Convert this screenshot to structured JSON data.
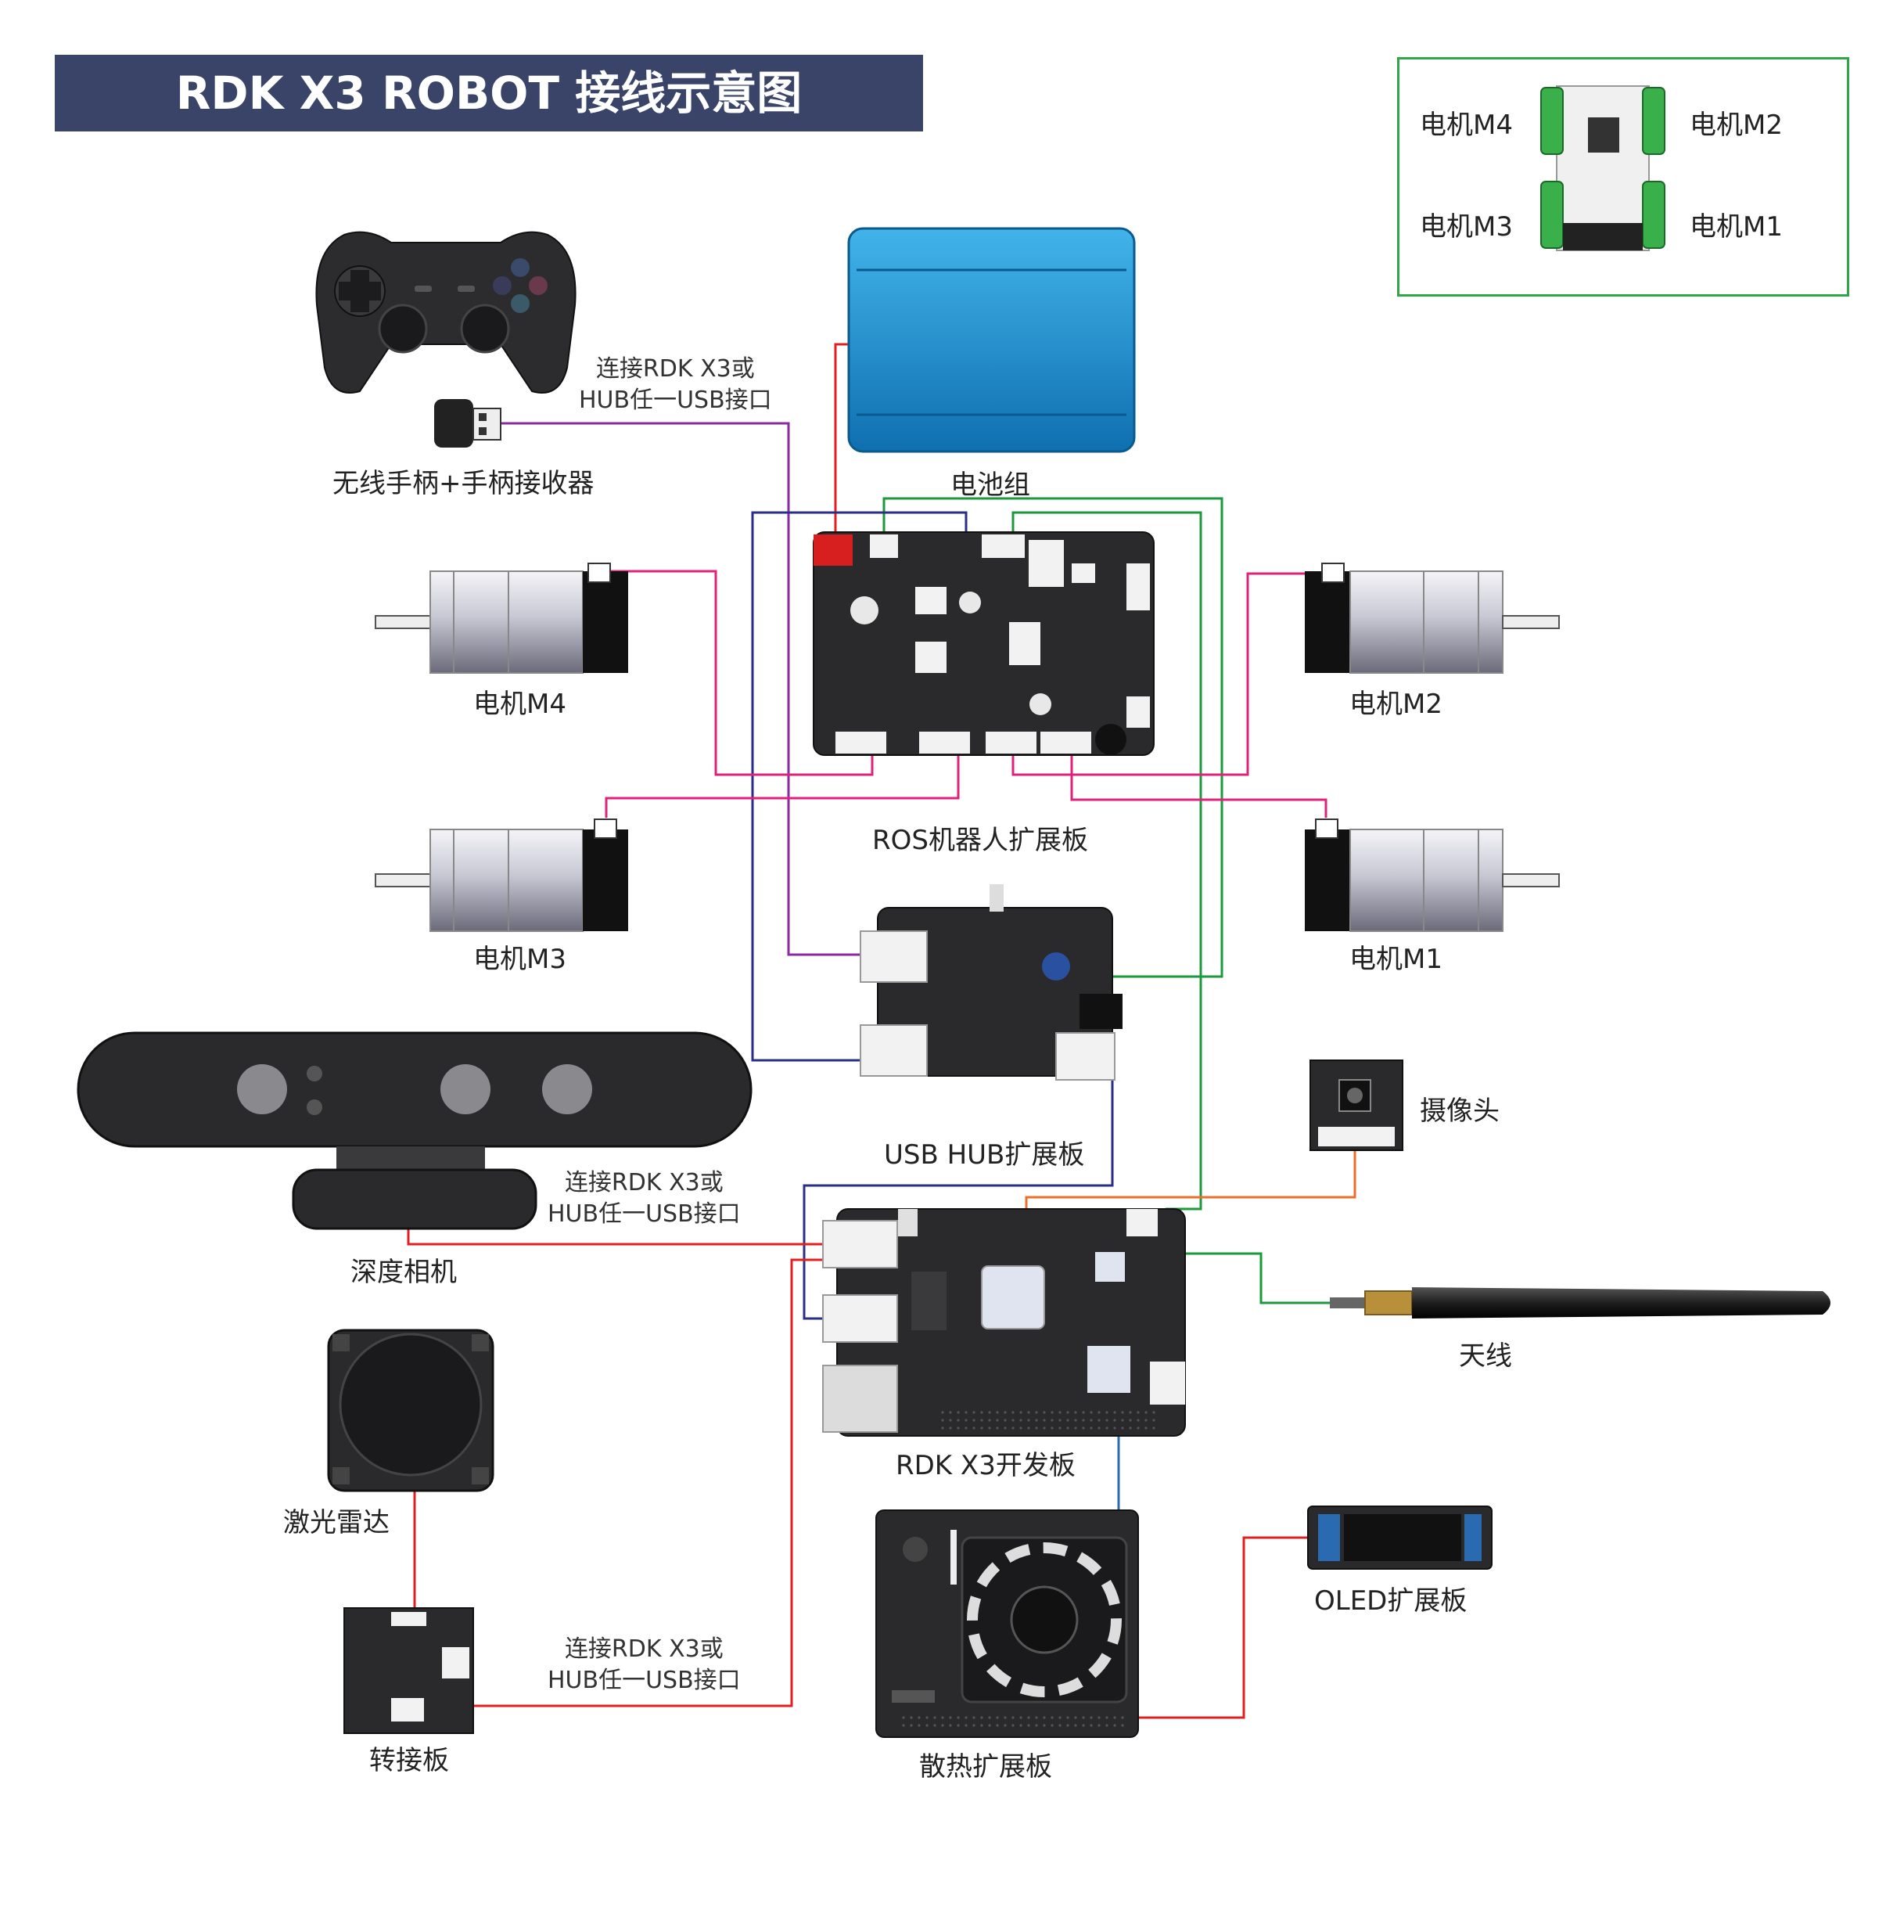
{
  "title": "RDK X3 ROBOT 接线示意图",
  "inset": {
    "labels": [
      "电机M4",
      "电机M2",
      "电机M3",
      "电机M1"
    ]
  },
  "components": {
    "gamepad": "无线手柄+手柄接收器",
    "battery": "电池组",
    "motor_m4": "电机M4",
    "motor_m2": "电机M2",
    "motor_m3": "电机M3",
    "motor_m1": "电机M1",
    "ros_board": "ROS机器人扩展板",
    "usb_hub": "USB HUB扩展板",
    "depth_camera": "深度相机",
    "camera": "摄像头",
    "rdk_board": "RDK X3开发板",
    "antenna": "天线",
    "lidar": "激光雷达",
    "adapter": "转接板",
    "fan_board": "散热扩展板",
    "oled": "OLED扩展板"
  },
  "notes": {
    "gamepad_note": [
      "连接RDK X3或",
      "HUB任一USB接口"
    ],
    "depth_note": [
      "连接RDK X3或",
      "HUB任一USB接口"
    ],
    "adapter_note": [
      "连接RDK X3或",
      "HUB任一USB接口"
    ]
  },
  "colors": {
    "title_bg": "#3a4468",
    "inset_border": "#2fa64a",
    "wire_power": "#e02020",
    "wire_motor": "#e0207a",
    "wire_usb_purple": "#8a2aa0",
    "wire_usb_navy": "#2a2e8a",
    "wire_green": "#1a9a3a",
    "wire_orange": "#e8702a",
    "wire_blue": "#2a6ab0",
    "battery_blue": "#1a8ad0"
  }
}
